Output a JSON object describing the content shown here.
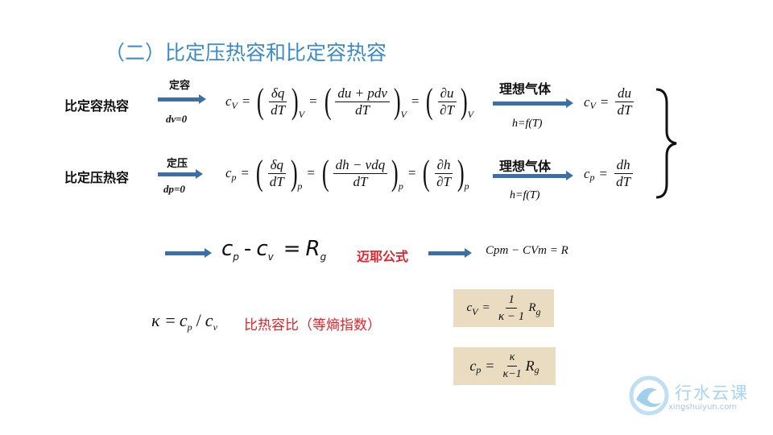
{
  "title": "（二）比定压热容和比定容热容",
  "row_v": {
    "label": "比定容热容",
    "arrow_top": "定容",
    "arrow_bottom": "dv=0",
    "cv": "c",
    "cv_sub": "V",
    "eq": "=",
    "f1_num": "δq",
    "f1_den": "dT",
    "f2_num": "du + pdv",
    "f2_den": "dT",
    "f3_num": "∂u",
    "f3_den": "∂T",
    "sub": "V",
    "ideal_label": "理想气体",
    "ideal_cond": "h=f(T)",
    "res_num": "du",
    "res_den": "dT"
  },
  "row_p": {
    "label": "比定压热容",
    "arrow_top": "定压",
    "arrow_bottom": "dp=0",
    "cv": "c",
    "cv_sub": "p",
    "eq": "=",
    "f1_num": "δq",
    "f1_den": "dT",
    "f2_num": "dh − vdq",
    "f2_den": "dT",
    "f3_num": "∂h",
    "f3_den": "∂T",
    "sub": "p",
    "ideal_label": "理想气体",
    "ideal_cond": "h=f(T)",
    "res_num": "dh",
    "res_den": "dT"
  },
  "mayer": {
    "cp": "c",
    "p": "p",
    "minus": "-",
    "cv": "c",
    "v": "v",
    "eq": "=",
    "R": "R",
    "g": "g",
    "name": "迈耶公式",
    "molar": "Cpm − CVm = R"
  },
  "kappa": {
    "lhs": "κ =",
    "cp": "c",
    "p": "p",
    "slash": "/",
    "cv": "c",
    "v": "v",
    "desc": "比热容比（等熵指数）"
  },
  "box1": {
    "c": "c",
    "sub": "V",
    "eq": "=",
    "num": "1",
    "den": "κ − 1",
    "R": "R",
    "g": "g"
  },
  "box2": {
    "c": "c",
    "sub": "p",
    "eq": "=",
    "num": "κ",
    "den": "κ−1",
    "R": "R",
    "g": "g"
  },
  "logo": {
    "name": "行水云课",
    "url": "xingshuiyun.com"
  },
  "colors": {
    "title": "#3d8bc4",
    "arrow": "#3b6fa6",
    "red": "#e0242b",
    "box": "#e9dcc0"
  }
}
